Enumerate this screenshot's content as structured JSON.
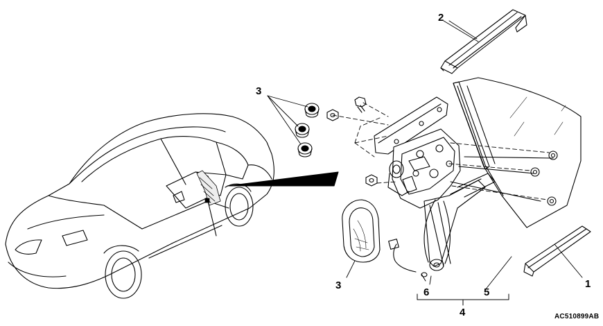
{
  "callouts": {
    "c1": "1",
    "c2": "2",
    "c3_top": "3",
    "c3_bottom": "3",
    "c4": "4",
    "c5": "5",
    "c6": "6"
  },
  "figure_code": "AC510899AB",
  "colors": {
    "line": "#000000",
    "background": "#ffffff"
  }
}
